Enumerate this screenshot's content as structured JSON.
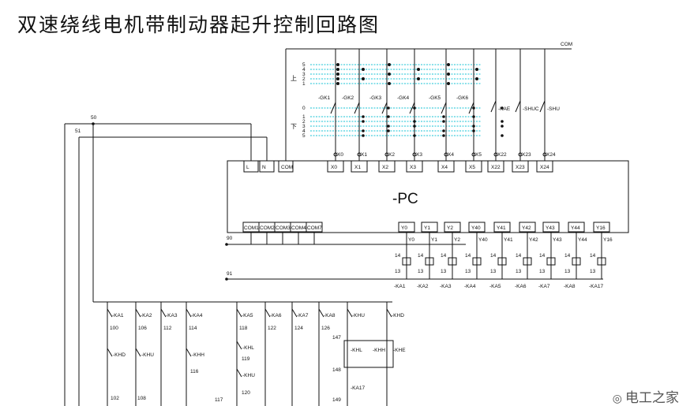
{
  "title": "双速绕线电机带制动器起升控制回路图",
  "watermark": "电工之家",
  "plc": {
    "label": "-PC",
    "power": [
      "L",
      "N",
      "COM"
    ],
    "inputs": [
      "X0",
      "X1",
      "X2",
      "X3",
      "X4",
      "X5",
      "X22",
      "X23",
      "X24"
    ],
    "outputs": [
      "Y0",
      "Y1",
      "Y2",
      "Y40",
      "Y41",
      "Y42",
      "Y43",
      "Y44",
      "Y16"
    ],
    "output_coms": [
      "COM1",
      "COM2",
      "COM3",
      "COM4",
      "COM7"
    ]
  },
  "bus": {
    "com": "COM",
    "n50": "50",
    "n51": "51",
    "n90": "90",
    "n91": "91"
  },
  "switch_rows_top": [
    "5",
    "4",
    "3",
    "2",
    "1"
  ],
  "switch_rows_bottom": [
    "0",
    "1",
    "2",
    "3",
    "4",
    "5"
  ],
  "row_side_labels": [
    "上",
    "下"
  ],
  "contacts": [
    "-GK1",
    "-GK2",
    "-GK3",
    "-GK4",
    "-GK5",
    "-GK6"
  ],
  "extra_contacts": [
    "-KAE",
    "-SHUC",
    "-SHU"
  ],
  "relays": [
    "-KA1",
    "-KA2",
    "-KA3",
    "-KA4",
    "-KA5",
    "-KA6",
    "-KA7",
    "-KA8",
    "-KA17"
  ],
  "relay_pins": [
    "14",
    "13"
  ],
  "ladder_top": [
    "-KA1",
    "-KA2",
    "-KA3",
    "-KA4",
    "-KA5",
    "-KA6",
    "-KA7",
    "-KA8",
    "-KHU",
    "-KHD"
  ],
  "ladder_nodes_a": [
    "100",
    "106",
    "112",
    "114",
    "118",
    "122",
    "124",
    "126"
  ],
  "ladder_mid": [
    "-KHD",
    "-KHU",
    "-KHH",
    "-KHL",
    "-KHU"
  ],
  "ladder_nodes_b": [
    "116",
    "119",
    "120",
    "117",
    "102",
    "108",
    "147",
    "148",
    "149"
  ],
  "ladder_right": [
    "-KHL",
    "-KHH",
    "-KHE",
    "-KA17"
  ],
  "icon": "wechat-icon"
}
